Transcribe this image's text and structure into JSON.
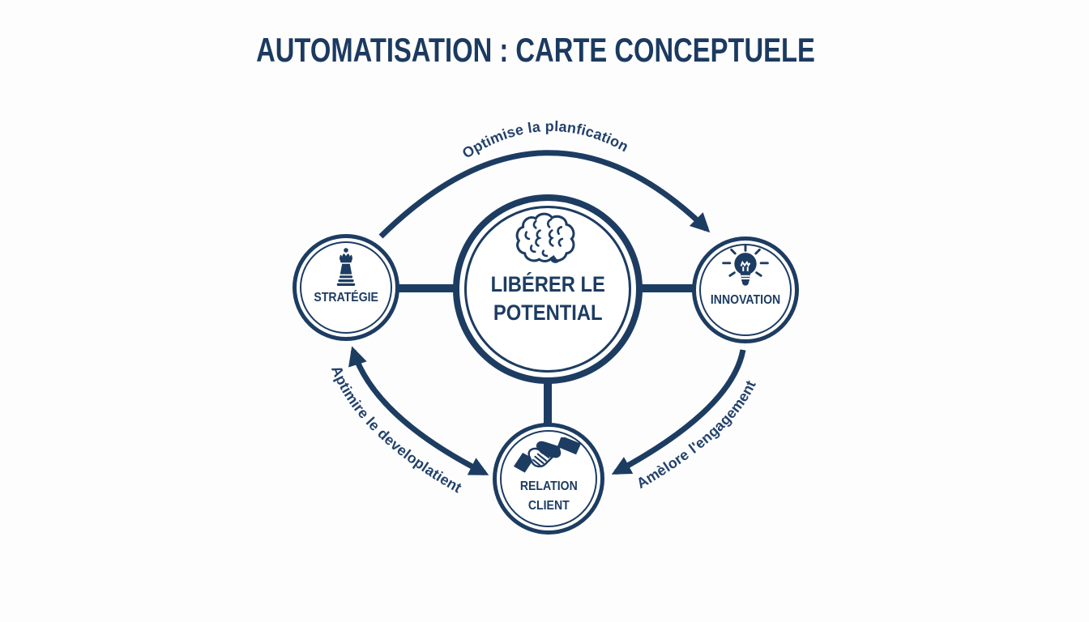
{
  "title": "AUTOMATISATION : CARTE CONCEPTUELE",
  "colors": {
    "navy": "#1d3c62",
    "label_text": "#23416b",
    "background": "#fdfdfd"
  },
  "nodes": {
    "center": {
      "lines": [
        "LIBÉRER LE",
        "POTENTIAL"
      ],
      "icon": "brain"
    },
    "strategy": {
      "lines": [
        "STRATÉGIE"
      ],
      "icon": "chess-piece"
    },
    "innovation": {
      "lines": [
        "INNOVATION"
      ],
      "icon": "lightbulb"
    },
    "client": {
      "lines": [
        "RELATION",
        "CLIENT"
      ],
      "icon": "handshake"
    }
  },
  "edges": {
    "top": {
      "from": "strategy",
      "to": "innovation",
      "label": "Optimise la planfication",
      "arrowheads": "end"
    },
    "left": {
      "from": "client",
      "to": "strategy",
      "label": "Aptimire le developlatient",
      "arrowheads": "both"
    },
    "right": {
      "from": "innovation",
      "to": "client",
      "label": "Amèlore l'engagement",
      "arrowheads": "end"
    }
  }
}
